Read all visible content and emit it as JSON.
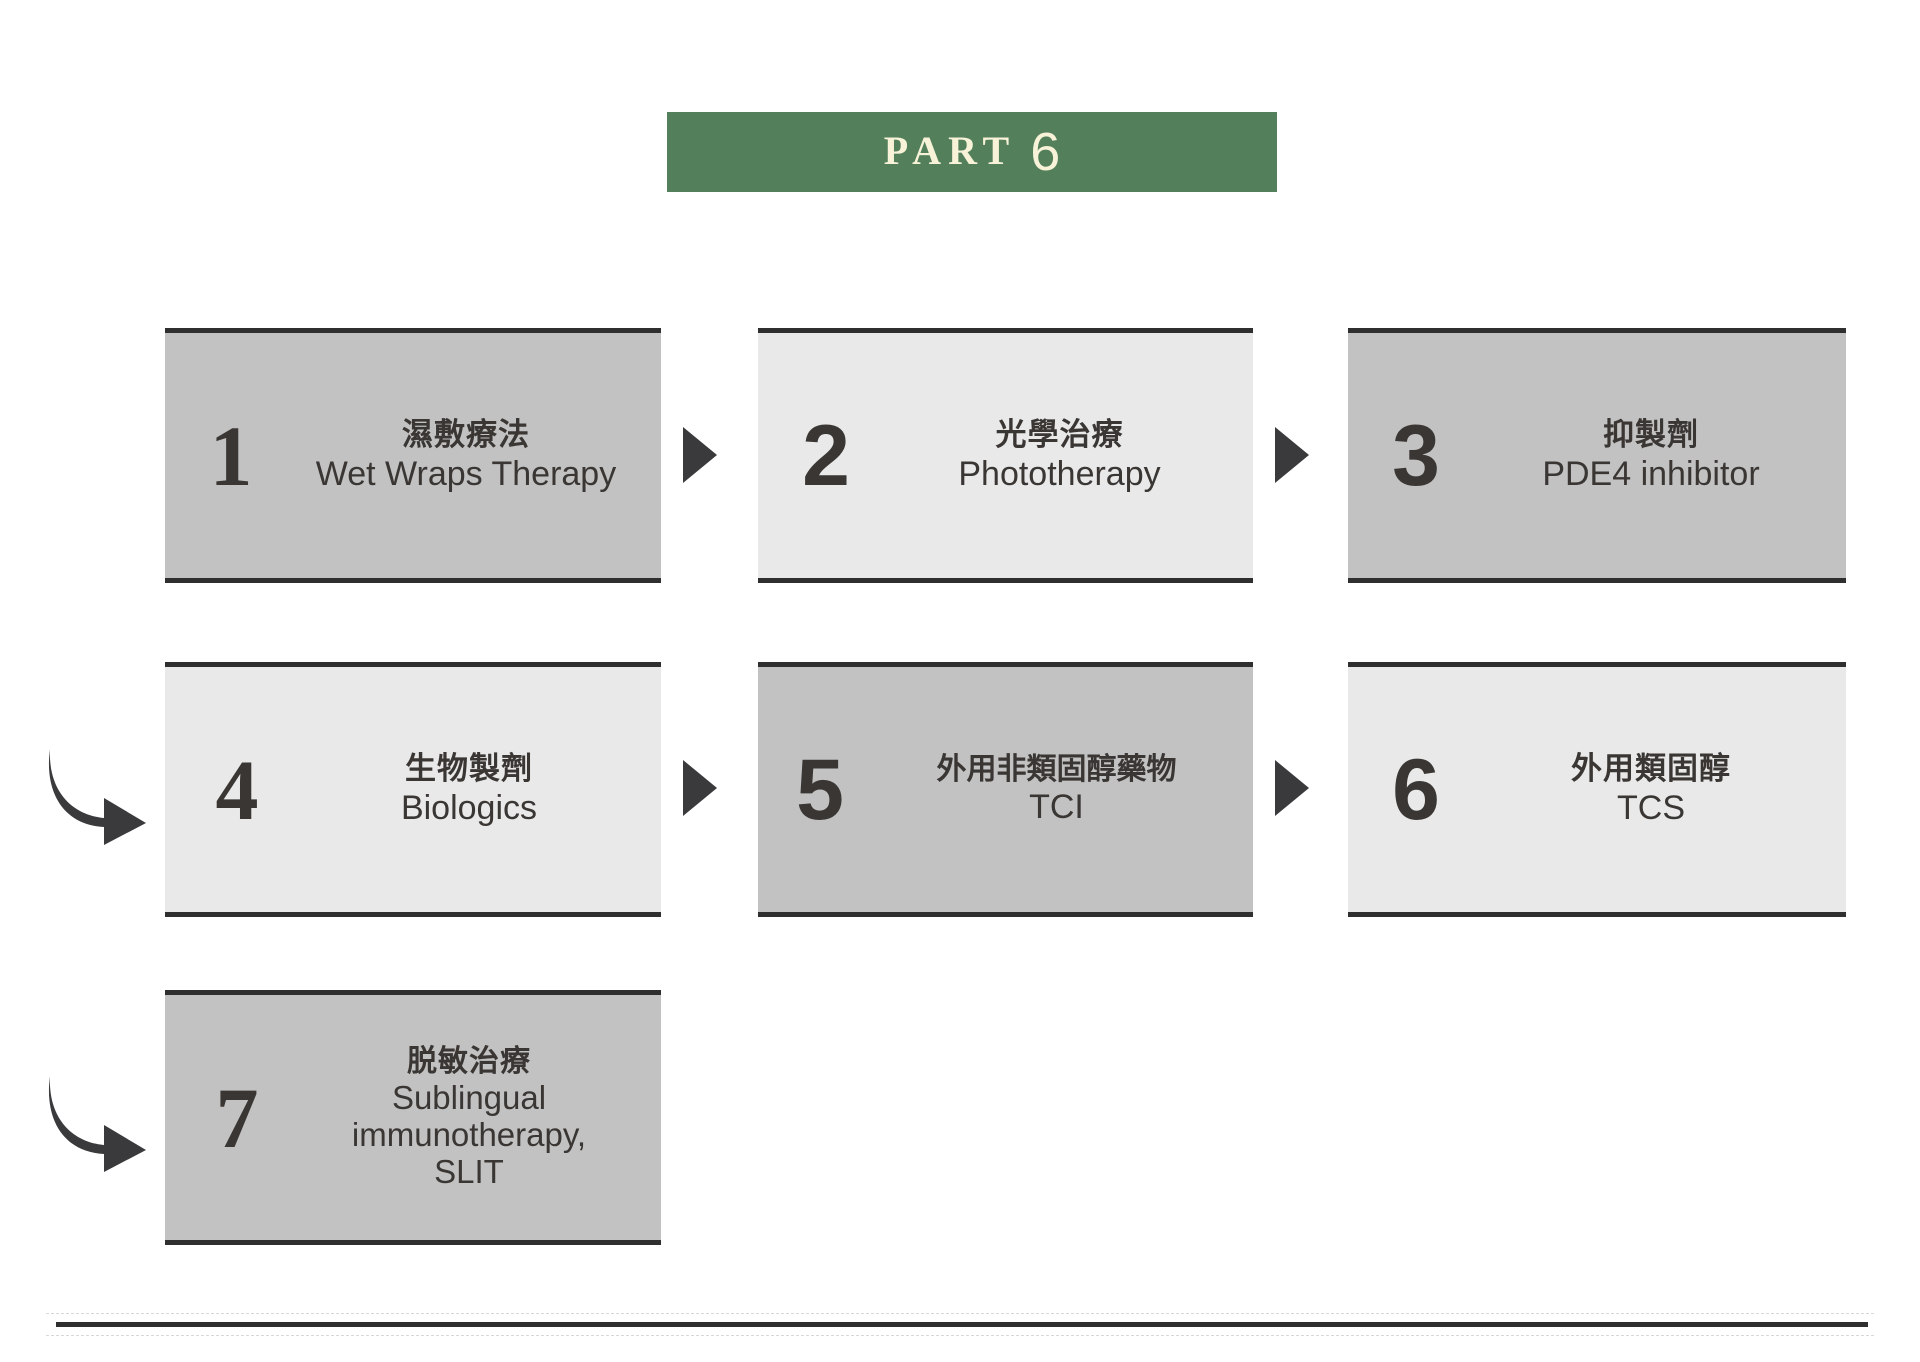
{
  "banner": {
    "part_label": "PART",
    "number": "6",
    "background_color": "#53805B",
    "text_color": "#F7F2D8"
  },
  "colors": {
    "card_dark": "#c2c2c2",
    "card_light": "#e9e9e9",
    "card_border": "#2f2f30",
    "text": "#3a3634",
    "arrow": "#3a3a3d"
  },
  "cards": [
    {
      "number": "1",
      "zh": "濕敷療法",
      "en": "Wet Wraps Therapy",
      "shade": "dark"
    },
    {
      "number": "2",
      "zh": "光學治療",
      "en": "Phototherapy",
      "shade": "light"
    },
    {
      "number": "3",
      "zh": "抑製劑",
      "en": "PDE4 inhibitor",
      "shade": "dark"
    },
    {
      "number": "4",
      "zh": "生物製劑",
      "en": "Biologics",
      "shade": "light"
    },
    {
      "number": "5",
      "zh": "外用非類固醇藥物",
      "en": "TCI",
      "shade": "dark"
    },
    {
      "number": "6",
      "zh": "外用類固醇",
      "en": "TCS",
      "shade": "light"
    },
    {
      "number": "7",
      "zh": "脱敏治療",
      "en": "Sublingual\nimmunotherapy,\nSLIT",
      "shade": "dark"
    }
  ],
  "connectors": {
    "triangle_icon": "triangle-right-icon",
    "hook_icon": "curved-arrow-down-right-icon"
  }
}
